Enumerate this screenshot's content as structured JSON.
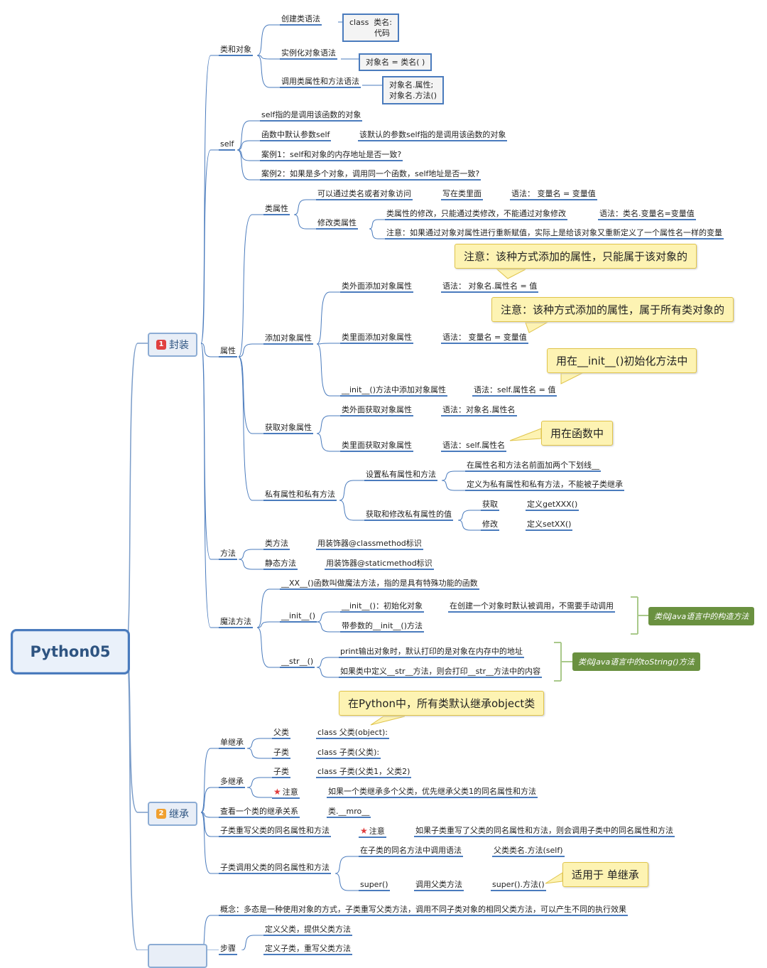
{
  "root": "Python05",
  "branches": {
    "b1": {
      "num": "1",
      "label": "封装",
      "color": "#e04040"
    },
    "b2": {
      "num": "2",
      "label": "继承",
      "color": "#f0a030"
    }
  },
  "n": {
    "leiheduixiang": "类和对象",
    "chuangjian": "创建类语法",
    "chuangjian_box": "class  类名:\n          代码",
    "shilihua": "实例化对象语法",
    "shilihua_box": "对象名 = 类名( )",
    "diaoyong": "调用类属性和方法语法",
    "diaoyong_box": "对象名.属性;\n对象名.方法()",
    "self": "self",
    "self1": "self指的是调用该函数的对象",
    "self2": "函数中默认参数self",
    "self2b": "该默认的参数self指的是调用该函数的对象",
    "self3": "案例1：self和对象的内存地址是否一致?",
    "self4": "案例2：如果是多个对象，调用同一个函数，self地址是否一致?",
    "shuxing": "属性",
    "leishuxing": "类属性",
    "ls1": "可以通过类名或者对象访问",
    "ls1b": "写在类里面",
    "ls1c": "语法：  变量名 = 变量值",
    "xiugai": "修改类属性",
    "xg1": "类属性的修改，只能通过类修改，不能通过对象修改",
    "xg1b": "语法：类名.变量名=变量值",
    "xg2": "注意：如果通过对象对属性进行重新赋值，实际上是给该对象又重新定义了一个属性名一样的变量",
    "tianjia": "添加对象属性",
    "tj1": "类外面添加对象属性",
    "tj1b": "语法：  对象名.属性名 = 值",
    "tj2": "类里面添加对象属性",
    "tj2b": "语法：  变量名 = 变量值",
    "tj3": "__init__()方法中添加对象属性",
    "tj3b": "语法：self.属性名 = 值",
    "huoqu": "获取对象属性",
    "hq1": "类外面获取对象属性",
    "hq1b": "语法：对象名.属性名",
    "hq2": "类里面获取对象属性",
    "hq2b": "语法：self.属性名",
    "siyou": "私有属性和私有方法",
    "sy1": "设置私有属性和方法",
    "sy1a": "在属性名和方法名前面加两个下划线__",
    "sy1b": "定义为私有属性和私有方法，不能被子类继承",
    "sy2": "获取和修改私有属性的值",
    "sy2a": "获取",
    "sy2a2": "定义getXXX()",
    "sy2b": "修改",
    "sy2b2": "定义setXX()",
    "fangfa": "方法",
    "ff1": "类方法",
    "ff1b": "用装饰器@classmethod标识",
    "ff2": "静态方法",
    "ff2b": "用装饰器@staticmethod标识",
    "mofa": "魔法方法",
    "mf1": "__XX__()函数叫做魔法方法，指的是具有特殊功能的函数",
    "mf2": "__init__()",
    "mf2a": "__init__()：初始化对象",
    "mf2a2": "在创建一个对象时默认被调用，不需要手动调用",
    "mf2b": "带参数的__init__()方法",
    "mf3": "__str__()",
    "mf3a": "print输出对象时，默认打印的是对象在内存中的地址",
    "mf3b": "如果类中定义__str__方法，则会打印__str__方法中的内容",
    "danjicheng": "单继承",
    "dj1": "父类",
    "dj1b": "class 父类(object):",
    "dj2": "子类",
    "dj2b": "class 子类(父类):",
    "duojicheng": "多继承",
    "duo1": "子类",
    "duo1b": "class 子类(父类1，父类2)",
    "duo2": "注意",
    "duo2b": "如果一个类继承多个父类，优先继承父类1的同名属性和方法",
    "chakan": "查看一个类的继承关系",
    "chakanb": "类.__mro__",
    "chongxie": "子类重写父类的同名属性和方法",
    "cx_note": "注意",
    "cxb": "如果子类重写了父类的同名属性和方法，则会调用子类中的同名属性和方法",
    "diaoyongfu": "子类调用父类的同名属性和方法",
    "dyf1": "在子类的同名方法中调用语法",
    "dyf1b": "父类类名.方法(self)",
    "dyf2": "super()",
    "dyf2b": "调用父类方法",
    "dyf2c": "super().方法()",
    "duotai": "概念：多态是一种使用对象的方式，子类重写父类方法，调用不同子类对象的相同父类方法，可以产生不同的执行效果",
    "buzhou": "步骤",
    "bz1": "定义父类，提供父类方法",
    "bz2": "定义子类，重写父类方法"
  },
  "callouts": {
    "c1": "注意：该种方式添加的属性，只能属于该对象的",
    "c2": "注意：该种方式添加的属性，属于所有类对象的",
    "c3": "用在__init__()初始化方法中",
    "c4": "用在函数中",
    "c5": "在Python中，所有类默认继承object类",
    "c6": "适用于 单继承"
  },
  "greens": {
    "g1": "类似Java语言中的构造方法",
    "g2": "类似Java语言中的toString()方法"
  },
  "colors": {
    "line": "#4a7bbd",
    "bracket": "#a9c98a"
  }
}
